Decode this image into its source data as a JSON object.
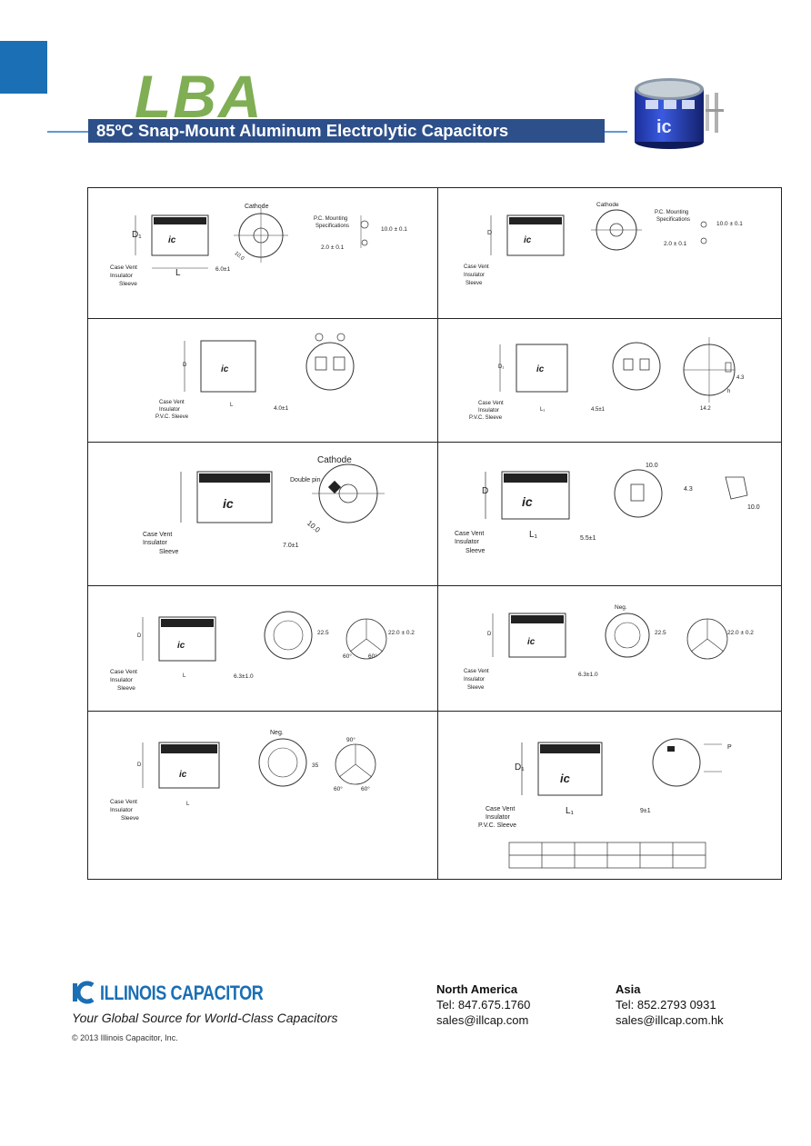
{
  "header": {
    "series": "LBA",
    "title": "85ºC Snap-Mount Aluminum Electrolytic Capacitors"
  },
  "drawings": {
    "cathode": "Cathode",
    "pc_mounting": "P.C. Mounting",
    "specifications": "Specifications",
    "d1": "D₁",
    "d": "D",
    "l": "L",
    "l1": "L₁",
    "case_vent": "Case Vent",
    "insulator": "Insulator",
    "sleeve": "Sleeve",
    "pvc_sleeve": "P.V.C. Sleeve",
    "double_pin": "Double pin",
    "neg": "Neg.",
    "dim_10_0": "10.0",
    "dim_10_0_pm": "10.0 ± 0.1",
    "dim_2_0_pm": "2.0 ± 0.1",
    "dim_4_0_pm": "4.0±1",
    "dim_6_0_pm": "6.0±1",
    "dim_4_5_pm": "4.5±1",
    "dim_7_0_pm": "7.0±1",
    "dim_5_5_pm": "5.5±1",
    "dim_6_3_pm": "6.3±1.0",
    "dim_9_pm": "9±1",
    "dim_22_5": "22.5",
    "dim_22_0_pm": "22.0 ± 0.2",
    "dim_4_3": "4.3",
    "dim_14_2": "14.2",
    "dim_60": "60°",
    "dim_90": "90°",
    "dim_35": "35",
    "dim_p": "P",
    "dim_h": "h"
  },
  "footer": {
    "company": "ILLINOIS CAPACITOR",
    "tagline": "Your Global Source for World-Class Capacitors",
    "copyright": "© 2013 Illinois Capacitor, Inc.",
    "north_america": {
      "heading": "North America",
      "tel": "Tel: 847.675.1760",
      "email": "sales@illcap.com"
    },
    "asia": {
      "heading": "Asia",
      "tel": "Tel: 852.2793 0931",
      "email": "sales@illcap.com.hk"
    }
  },
  "colors": {
    "brand_green": "#7fae54",
    "title_bar": "#2d4f8a",
    "accent_blue": "#1a6fb5"
  }
}
